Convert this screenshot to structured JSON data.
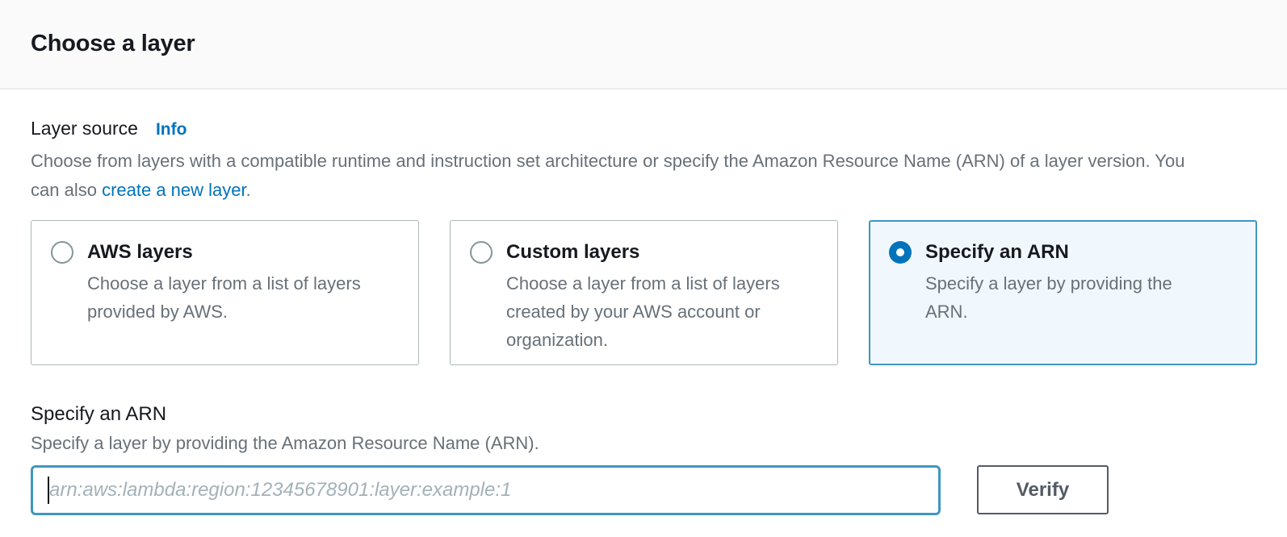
{
  "header": {
    "title": "Choose a layer"
  },
  "layer_source": {
    "label": "Layer source",
    "info_label": "Info",
    "description_before_link": "Choose from layers with a compatible runtime and instruction set architecture or specify the Amazon Resource Name (ARN) of a layer version. You can also ",
    "link_text": "create a new layer",
    "description_after_link": "."
  },
  "tiles": [
    {
      "title": "AWS layers",
      "description": "Choose a layer from a list of layers provided by AWS.",
      "selected": false
    },
    {
      "title": "Custom layers",
      "description": "Choose a layer from a list of layers created by your AWS account or organization.",
      "selected": false
    },
    {
      "title": "Specify an ARN",
      "description": "Specify a layer by providing the ARN.",
      "selected": true
    }
  ],
  "arn_section": {
    "label": "Specify an ARN",
    "description": "Specify a layer by providing the Amazon Resource Name (ARN).",
    "input_value": "",
    "input_placeholder": "arn:aws:lambda:region:12345678901:layer:example:1",
    "verify_label": "Verify"
  },
  "colors": {
    "accent_blue": "#0073bb",
    "selected_border_blue": "#3e97c2",
    "selected_tile_bg": "#f1f8fd",
    "text_dark": "#16191f",
    "text_gray": "#687078",
    "tile_border_gray": "#aab7b8",
    "header_bg": "#fafafa",
    "header_divider": "#eaeded"
  }
}
